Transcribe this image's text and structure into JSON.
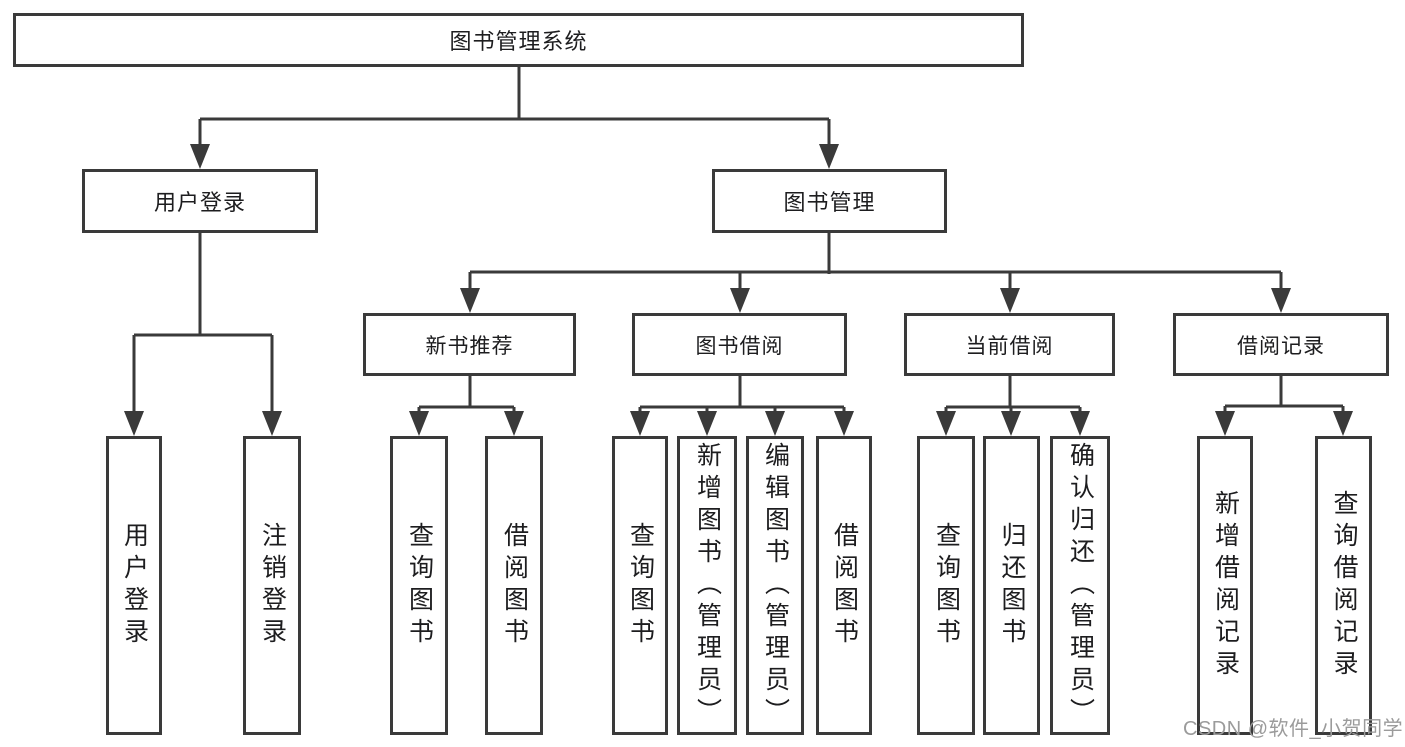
{
  "diagram": {
    "title": "图书管理系统",
    "branches": [
      {
        "label": "用户登录",
        "children": [
          {
            "label": "用户登录"
          },
          {
            "label": "注销登录"
          }
        ]
      },
      {
        "label": "图书管理",
        "groups": [
          {
            "label": "新书推荐",
            "children": [
              {
                "label": "查询图书"
              },
              {
                "label": "借阅图书"
              }
            ]
          },
          {
            "label": "图书借阅",
            "children": [
              {
                "label": "查询图书"
              },
              {
                "label": "新增图书（管理员）"
              },
              {
                "label": "编辑图书（管理员）"
              },
              {
                "label": "借阅图书"
              }
            ]
          },
          {
            "label": "当前借阅",
            "children": [
              {
                "label": "查询图书"
              },
              {
                "label": "归还图书"
              },
              {
                "label": "确认归还（管理员）"
              }
            ]
          },
          {
            "label": "借阅记录",
            "children": [
              {
                "label": "新增借阅记录"
              },
              {
                "label": "查询借阅记录"
              }
            ]
          }
        ]
      }
    ]
  },
  "colors": {
    "line": "#3a3a3a",
    "text": "#1d1d1f",
    "watermark": "#9b9b9b",
    "background": "#ffffff"
  },
  "watermark": {
    "text": "CSDN @软件_小贺同学"
  }
}
